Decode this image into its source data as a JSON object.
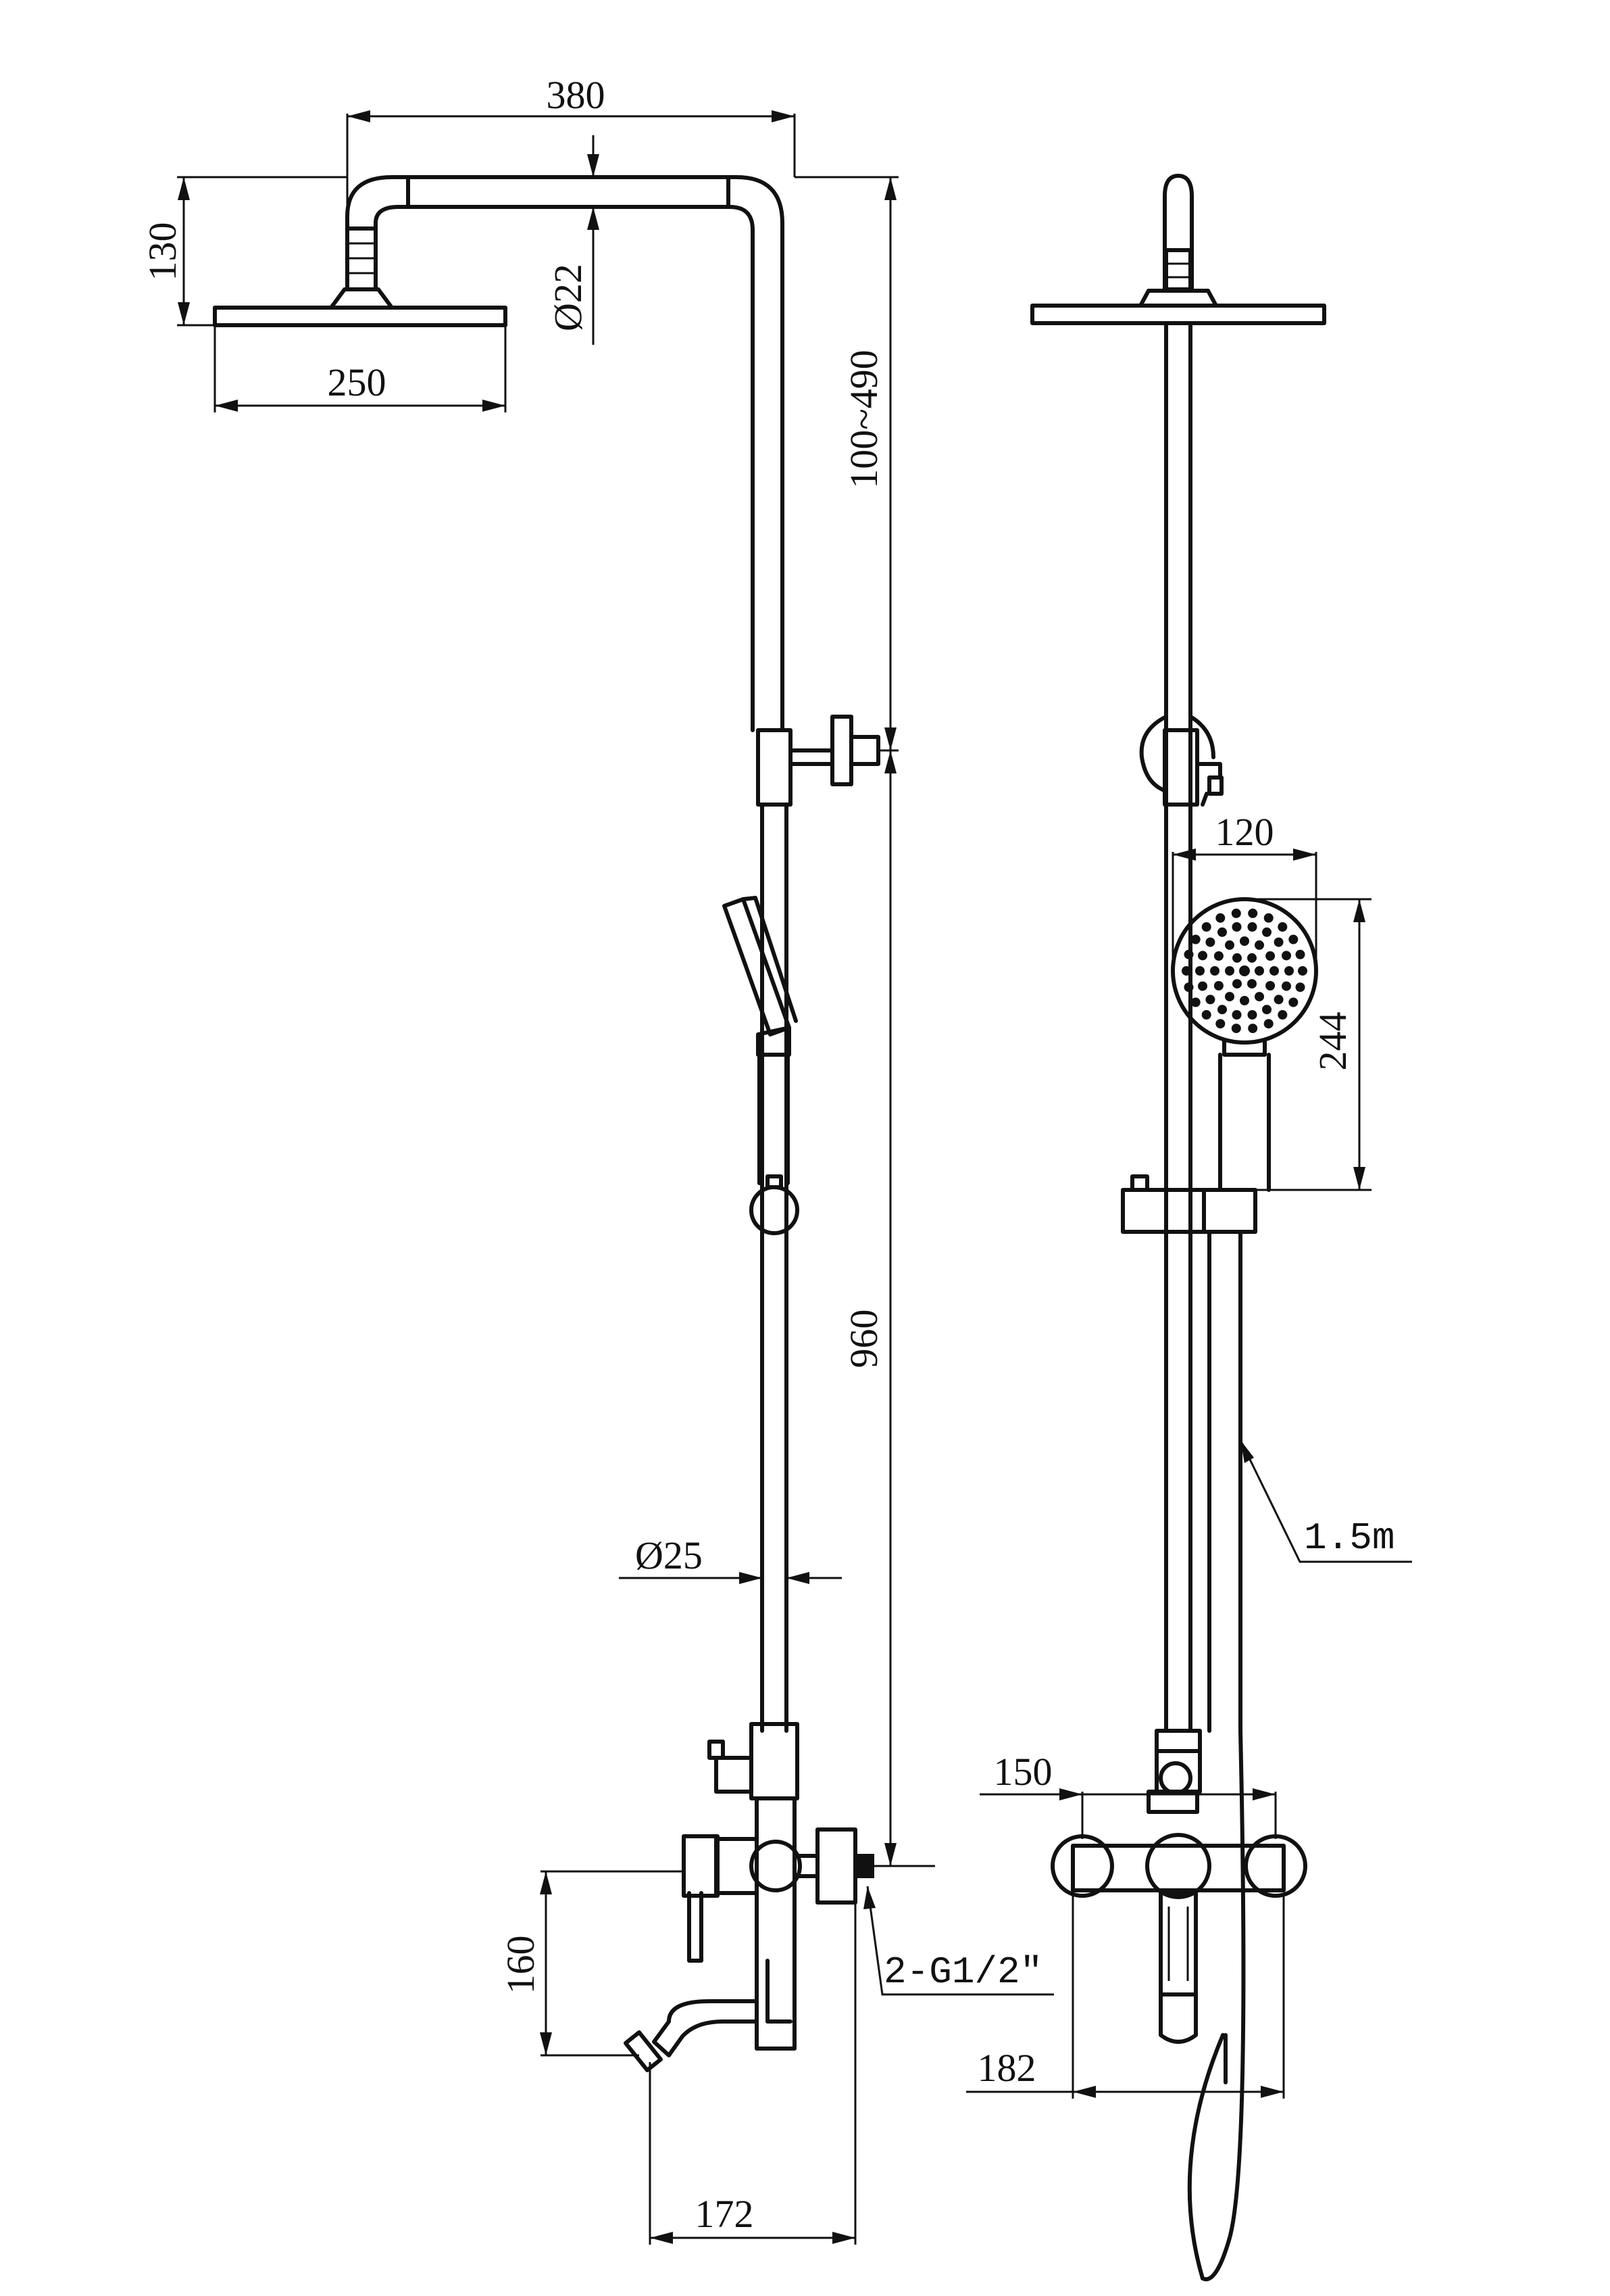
{
  "dimensions": {
    "pipe_width": "380",
    "head_height": "130",
    "pipe_diameter": "Ø22",
    "head_diameter": "250",
    "rod_adjust": "100~490",
    "rod_length": "960",
    "rod_diameter": "Ø25",
    "mixer_height": "160",
    "spout_length": "172",
    "hand_shower_width": "120",
    "hand_shower_length": "244",
    "inlet_spacing": "150",
    "cover_span": "182"
  },
  "notes": {
    "hose_length": "1.5m",
    "connection": "2-G1/2″"
  },
  "colors": {
    "line": "#111111",
    "background": "#ffffff"
  }
}
